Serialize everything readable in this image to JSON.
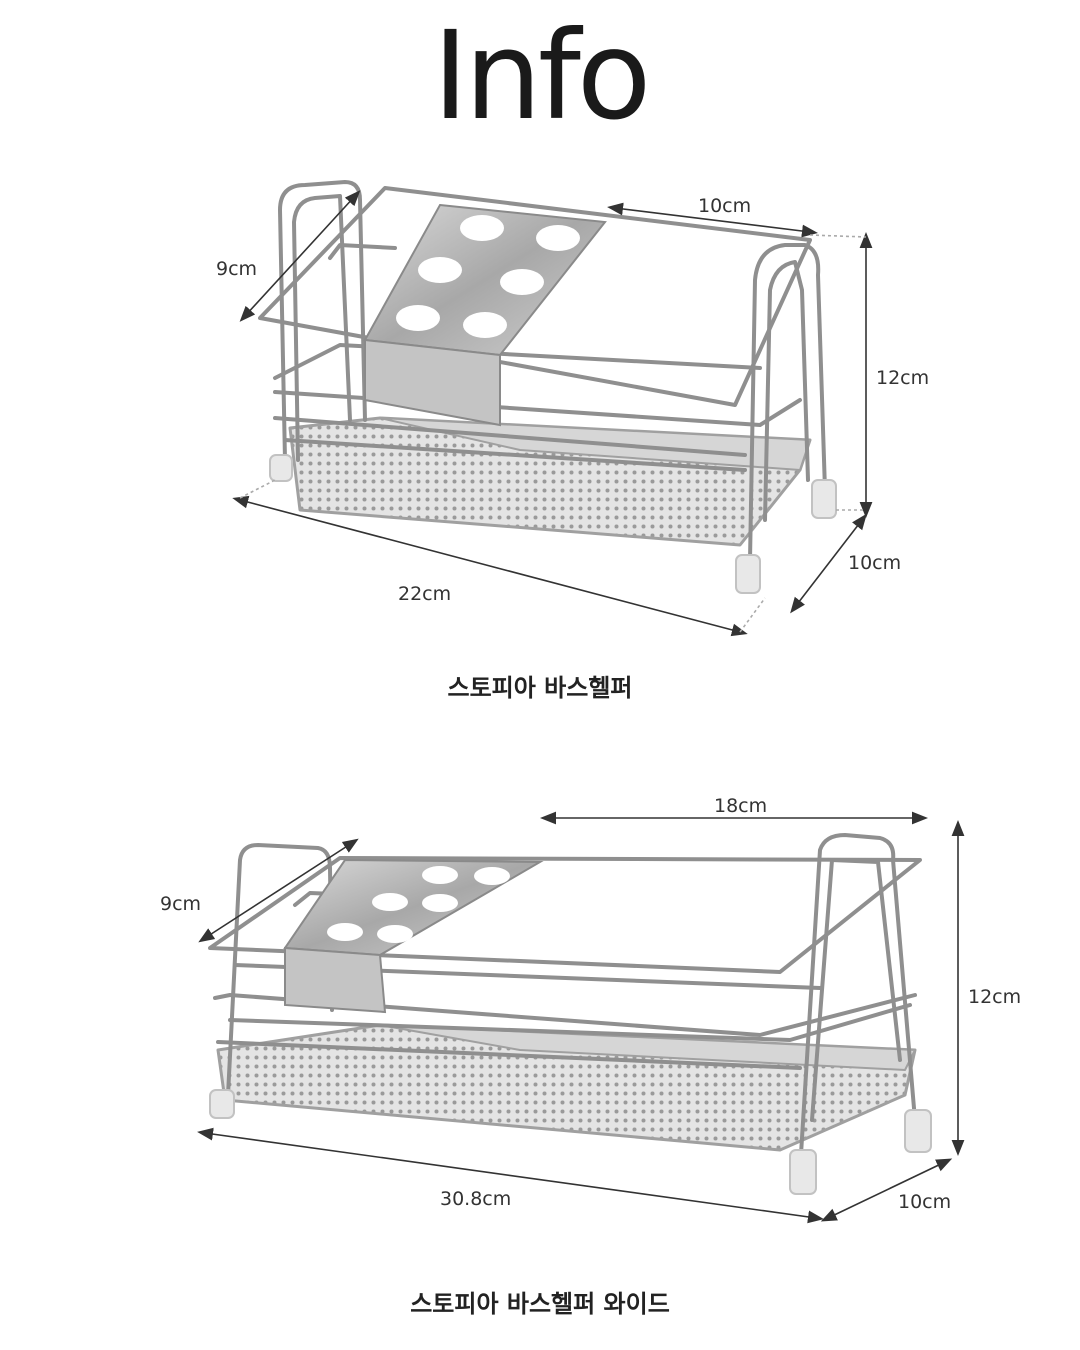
{
  "title": "Info",
  "products": [
    {
      "name": "스토피아 바스헬퍼",
      "dimensions": {
        "top_width": "10cm",
        "depth_top": "9cm",
        "height": "12cm",
        "depth": "10cm",
        "length": "22cm"
      }
    },
    {
      "name": "스토피아 바스헬퍼 와이드",
      "dimensions": {
        "top_width": "18cm",
        "depth_top": "9cm",
        "height": "12cm",
        "depth": "10cm",
        "length": "30.8cm"
      }
    }
  ]
}
